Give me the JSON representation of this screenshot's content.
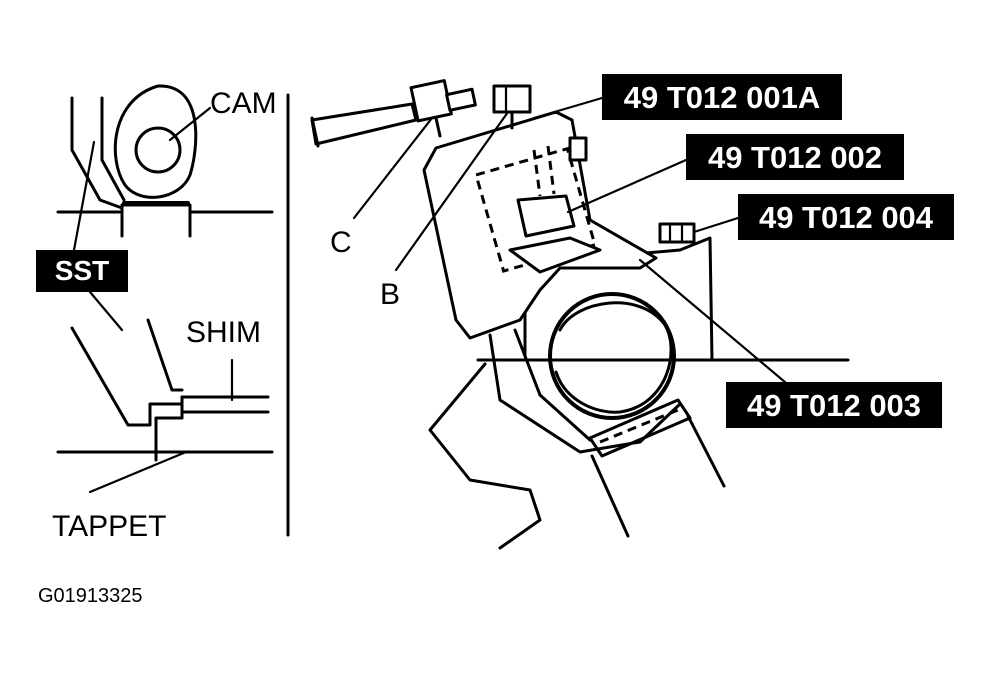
{
  "labels": {
    "cam": "CAM",
    "sst": "SST",
    "shim": "SHIM",
    "tappet": "TAPPET",
    "c": "C",
    "b": "B",
    "part_001a": "49 T012 001A",
    "part_002": "49 T012 002",
    "part_004": "49 T012 004",
    "part_003": "49 T012 003",
    "figure_id": "G01913325"
  },
  "colors": {
    "line": "#000000",
    "tag_background": "#000000",
    "tag_text": "#ffffff",
    "background": "#ffffff"
  }
}
